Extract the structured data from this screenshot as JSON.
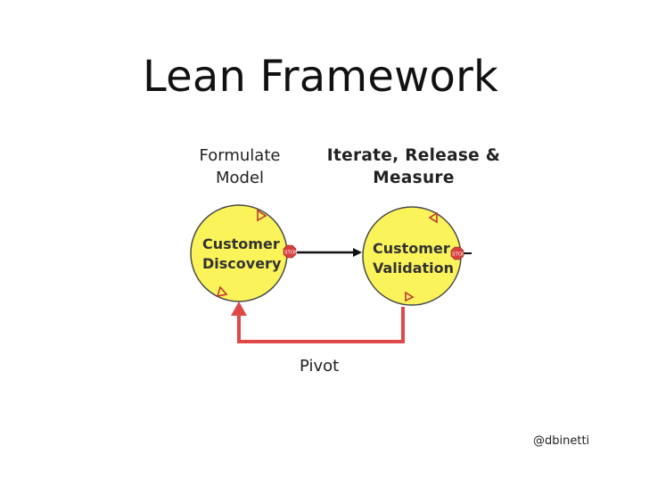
{
  "title": "Lean Framework",
  "labels": {
    "formulate": [
      "Formulate",
      "Model"
    ],
    "iterate": [
      "Iterate, Release &",
      "Measure"
    ]
  },
  "nodes": {
    "discovery": [
      "Customer",
      "Discovery"
    ],
    "validation": [
      "Customer",
      "Validation"
    ]
  },
  "stop_signs": {
    "discovery": "STOP",
    "validation": "STOP"
  },
  "pivot": "Pivot",
  "credit": "@dbinetti",
  "colors": {
    "circle_fill": "#fbf35a",
    "circle_stroke": "#4a4a4a",
    "arrow_main": "#111111",
    "arrow_pivot": "#e04848",
    "stop_sign": "#d84040"
  }
}
